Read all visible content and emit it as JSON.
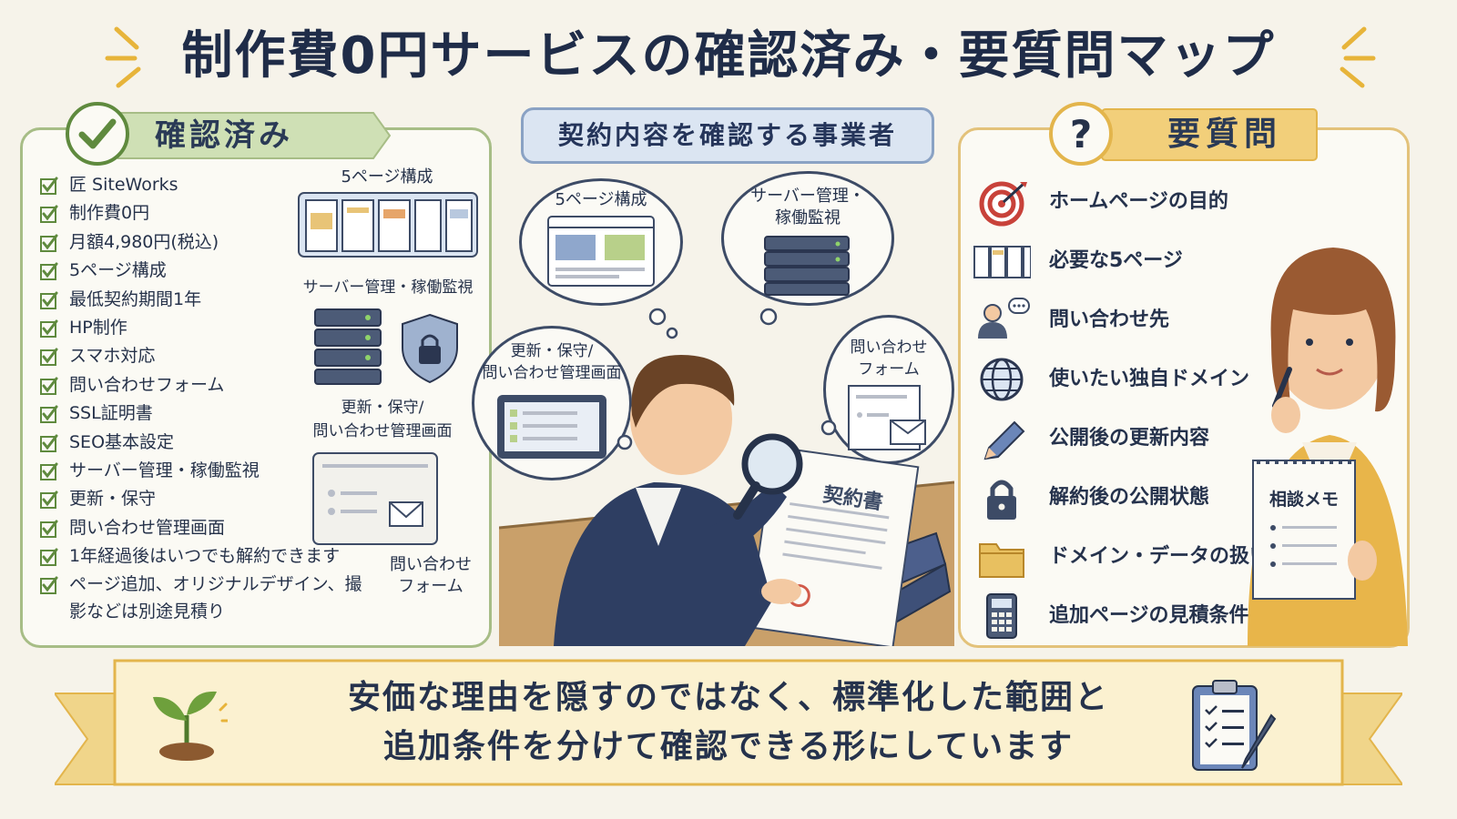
{
  "title": "制作費0円サービスの確認済み・要質問マップ",
  "confirmed": {
    "heading": "確認済み",
    "items": [
      "匠 SiteWorks",
      "制作費0円",
      "月額4,980円(税込)",
      "5ページ構成",
      "最低契約期間1年",
      "HP制作",
      "スマホ対応",
      "問い合わせフォーム",
      "SSL証明書",
      "SEO基本設定",
      "サーバー管理・稼働監視",
      "更新・保守",
      "問い合わせ管理画面",
      "1年経過後はいつでも解約できます",
      "ページ追加、オリジナルデザイン、撮影などは別途見積り"
    ],
    "illustration_labels": {
      "pages": "5ページ構成",
      "server": "サーバー管理・稼働監視",
      "admin_line1": "更新・保守/",
      "admin_line2": "問い合わせ管理画面",
      "form_line1": "問い合わせ",
      "form_line2": "フォーム"
    }
  },
  "center": {
    "tag": "契約内容を確認する事業者",
    "bubbles": {
      "pages": "5ページ構成",
      "server_line1": "サーバー管理・",
      "server_line2": "稼働監視",
      "admin_line1": "更新・保守/",
      "admin_line2": "問い合わせ管理画面",
      "form_line1": "問い合わせ",
      "form_line2": "フォーム"
    },
    "document_label": "契約書"
  },
  "questions": {
    "heading": "要質問",
    "items": [
      {
        "icon": "target-icon",
        "label": "ホームページの目的"
      },
      {
        "icon": "pages-icon",
        "label": "必要な5ページ"
      },
      {
        "icon": "contact-person-icon",
        "label": "問い合わせ先"
      },
      {
        "icon": "globe-icon",
        "label": "使いたい独自ドメイン"
      },
      {
        "icon": "pencil-icon",
        "label": "公開後の更新内容"
      },
      {
        "icon": "lock-icon",
        "label": "解約後の公開状態"
      },
      {
        "icon": "folder-icon",
        "label": "ドメイン・データの扱い"
      },
      {
        "icon": "calculator-icon",
        "label": "追加ページの見積条件"
      }
    ],
    "memo_label": "相談メモ"
  },
  "footer": {
    "line1": "安価な理由を隠すのではなく、標準化した範囲と",
    "line2": "追加条件を分けて確認できる形にしています"
  },
  "colors": {
    "green": "#5f8a3e",
    "yellow": "#e7b43a",
    "navy": "#1f2c48"
  }
}
